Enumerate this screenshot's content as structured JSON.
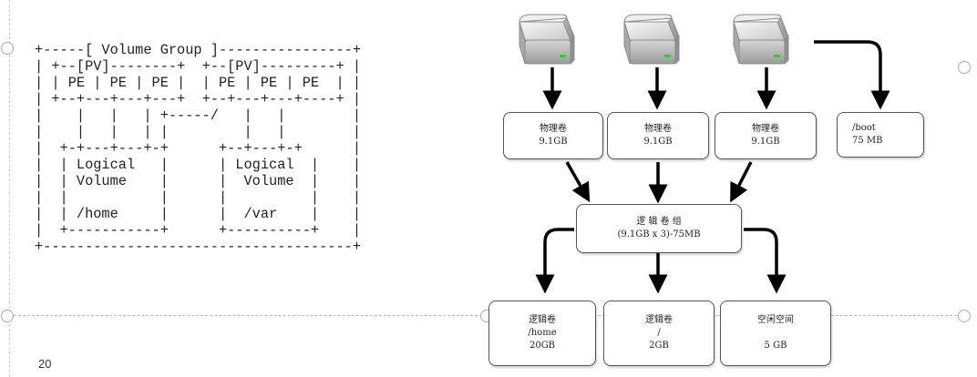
{
  "ascii_diagram": {
    "lines": [
      "+-----[ Volume Group ]----------------+",
      "| +--[PV]--------+  +--[PV]---------+ |",
      "| | PE | PE | PE |  | PE | PE | PE  | |",
      "| +--+---+---+---+  +--+---+---+----+ |",
      "|    |   |   | +-----/   |   |        |",
      "|    |   |   | |         |   |        |",
      "|  +-+---+---+-+      +--+---+-+      |",
      "|  | Logical   |      | Logical  |    |",
      "|  | Volume    |      |  Volume  |    |",
      "|  |           |      |          |    |",
      "|  | /home     |      |  /var    |    |",
      "|  +-----------+      +----------+    |",
      "+-------------------------------------+"
    ]
  },
  "physical_volumes": [
    {
      "name": "物理卷",
      "size": "9.1GB"
    },
    {
      "name": "物理卷",
      "size": "9.1GB"
    },
    {
      "name": "物理卷",
      "size": "9.1GB"
    }
  ],
  "boot_partition": {
    "name": "/boot",
    "size": "75 MB"
  },
  "volume_group": {
    "name": "逻 辑 卷 组",
    "formula": "(9.1GB x 3)-75MB"
  },
  "logical_volumes": [
    {
      "name": "逻辑卷",
      "mount": "/home",
      "size": "20GB"
    },
    {
      "name": "逻辑卷",
      "mount": "/",
      "size": "2GB"
    },
    {
      "name": "空闲空间",
      "mount": "",
      "size": "5 GB"
    }
  ],
  "page_number": "20"
}
